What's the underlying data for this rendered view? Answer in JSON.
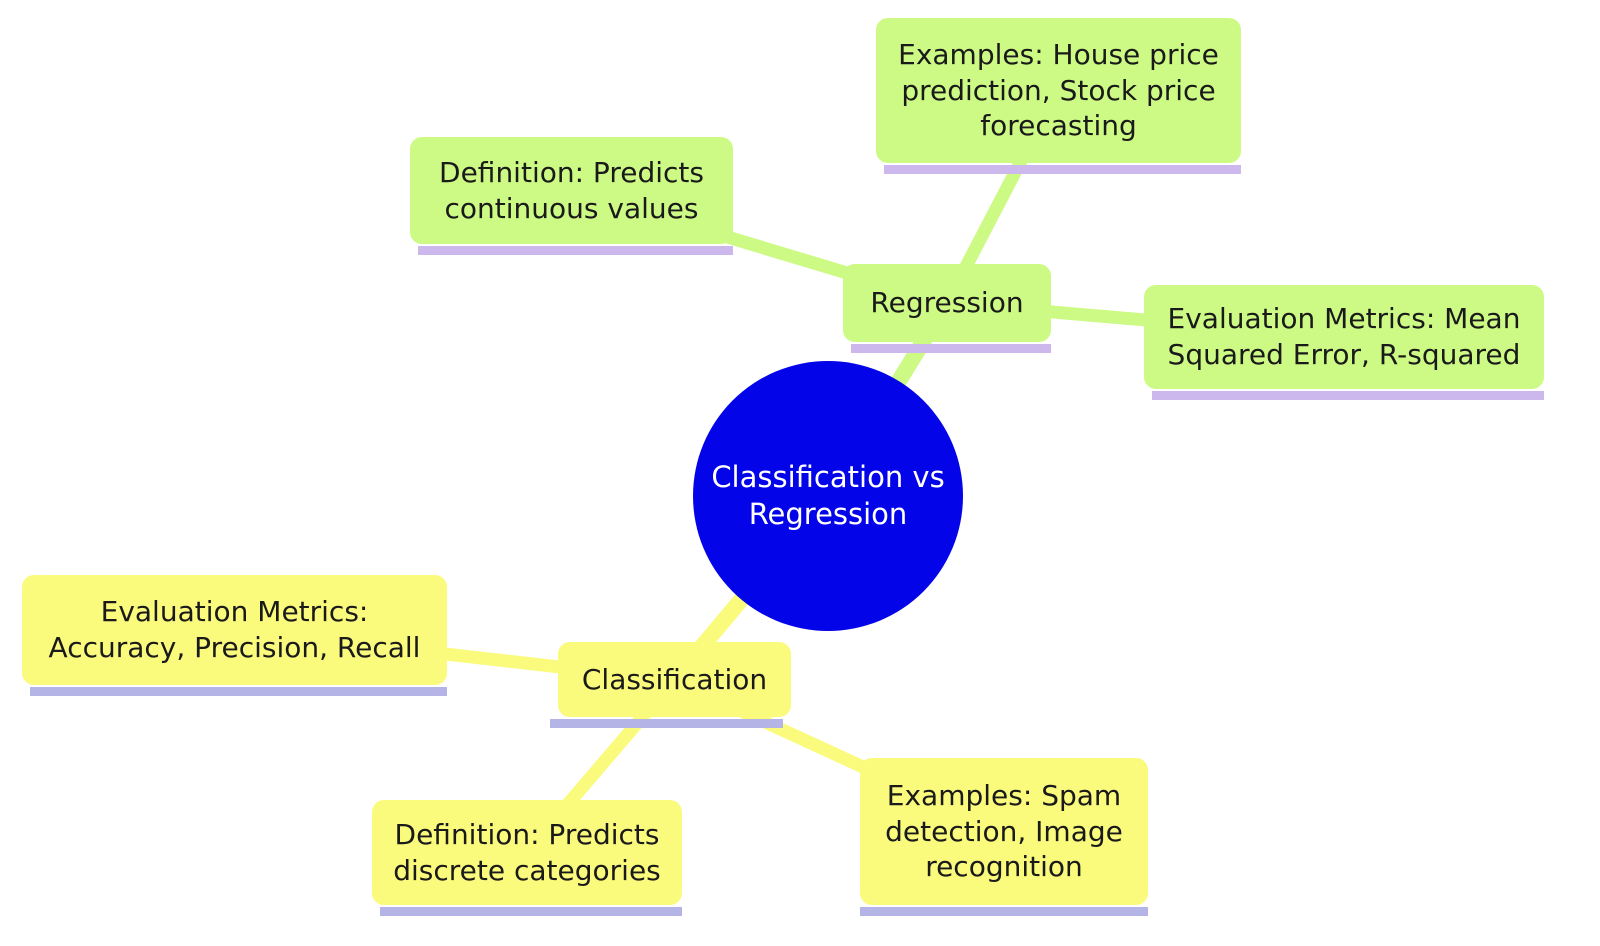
{
  "mindmap": {
    "root": {
      "label": "Classification vs\nRegression"
    },
    "branches": {
      "regression": {
        "label": "Regression",
        "children": {
          "definition": {
            "label": "Definition: Predicts\ncontinuous values"
          },
          "examples": {
            "label": "Examples: House price\nprediction, Stock price\nforecasting"
          },
          "evaluation": {
            "label": "Evaluation Metrics: Mean\nSquared Error, R-squared"
          }
        }
      },
      "classification": {
        "label": "Classification",
        "children": {
          "evaluation": {
            "label": "Evaluation Metrics:\nAccuracy, Precision, Recall"
          },
          "definition": {
            "label": "Definition: Predicts\ndiscrete categories"
          },
          "examples": {
            "label": "Examples: Spam\ndetection, Image\nrecognition"
          }
        }
      }
    },
    "colors": {
      "background": "#ffffff",
      "root_fill": "#0404e8",
      "root_text": "#ffffff",
      "regression_fill": "#cdfa85",
      "regression_edge": "#cdfa85",
      "regression_shadow": "#ccb8ec",
      "classification_fill": "#fafa7d",
      "classification_edge": "#fafa7d",
      "classification_shadow": "#b4b4e6",
      "node_text": "#1a1a1a"
    }
  }
}
